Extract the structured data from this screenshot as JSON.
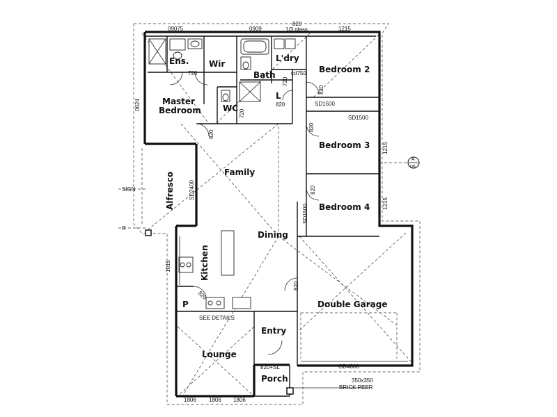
{
  "rooms": {
    "ens": "Ens.",
    "wir": "Wir",
    "bath": "Bath",
    "laundry": "L'dry",
    "bedroom2": "Bedroom 2",
    "master": [
      "Master",
      "Bedroom"
    ],
    "wc": "WC",
    "linen": "L",
    "bedroom3": "Bedroom 3",
    "family": "Family",
    "alfresco": "Alfresco",
    "bedroom4": "Bedroom 4",
    "dining": "Dining",
    "kitchen": "Kitchen",
    "pantry": "P",
    "garage": "Double Garage",
    "entry": "Entry",
    "lounge": "Lounge",
    "porch": "Porch"
  },
  "dimensions": {
    "top_09075": "09075",
    "top_0909": "0909",
    "top_820": "820",
    "top_glass": "1/3 glass",
    "top_1215": "1215",
    "ens_720": "720",
    "wc_720": "720",
    "cd750": "cd750",
    "laundry_720": "720",
    "bed2_820": "820",
    "linen_820": "820",
    "left_0624": "0624",
    "master_820": "820",
    "sd1500_a": "SD1500",
    "sd1500_b": "SD1500",
    "bed3_820": "820",
    "right_1215_a": "1215",
    "alfresco_sd2400": "SD2400",
    "bed4_820": "820",
    "bed4_sd1500": "SD1500",
    "right_1215_b": "1215",
    "kitchen_1015": "1015",
    "pantry_820": "820",
    "garage_820": "820",
    "gd4800": "GD4800",
    "porch_820sl": "820+SL",
    "bottom_1806_a": "1806",
    "bottom_1806_b": "1806",
    "bottom_1806_c": "1806"
  },
  "annotations": {
    "sign": "SIGN",
    "r_marker": "R",
    "see_details": "SEE DETAILS",
    "peer_size": "350x350",
    "brick_peer": "BRICK PEER",
    "section_letter": "A",
    "section_number": "05"
  }
}
